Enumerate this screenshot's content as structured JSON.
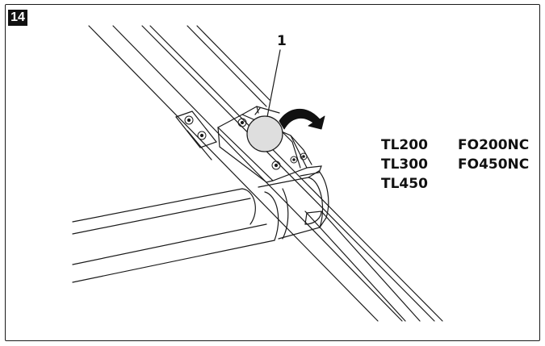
{
  "figure": {
    "step_number": "14",
    "callout": "1",
    "models_column_1": [
      "TL200",
      "TL300",
      "TL450"
    ],
    "models_column_2": [
      "FO200NC",
      "FO450NC"
    ],
    "colors": {
      "line": "#1a1a1a",
      "knob_fill": "#dedede",
      "badge_bg": "#111111"
    }
  }
}
